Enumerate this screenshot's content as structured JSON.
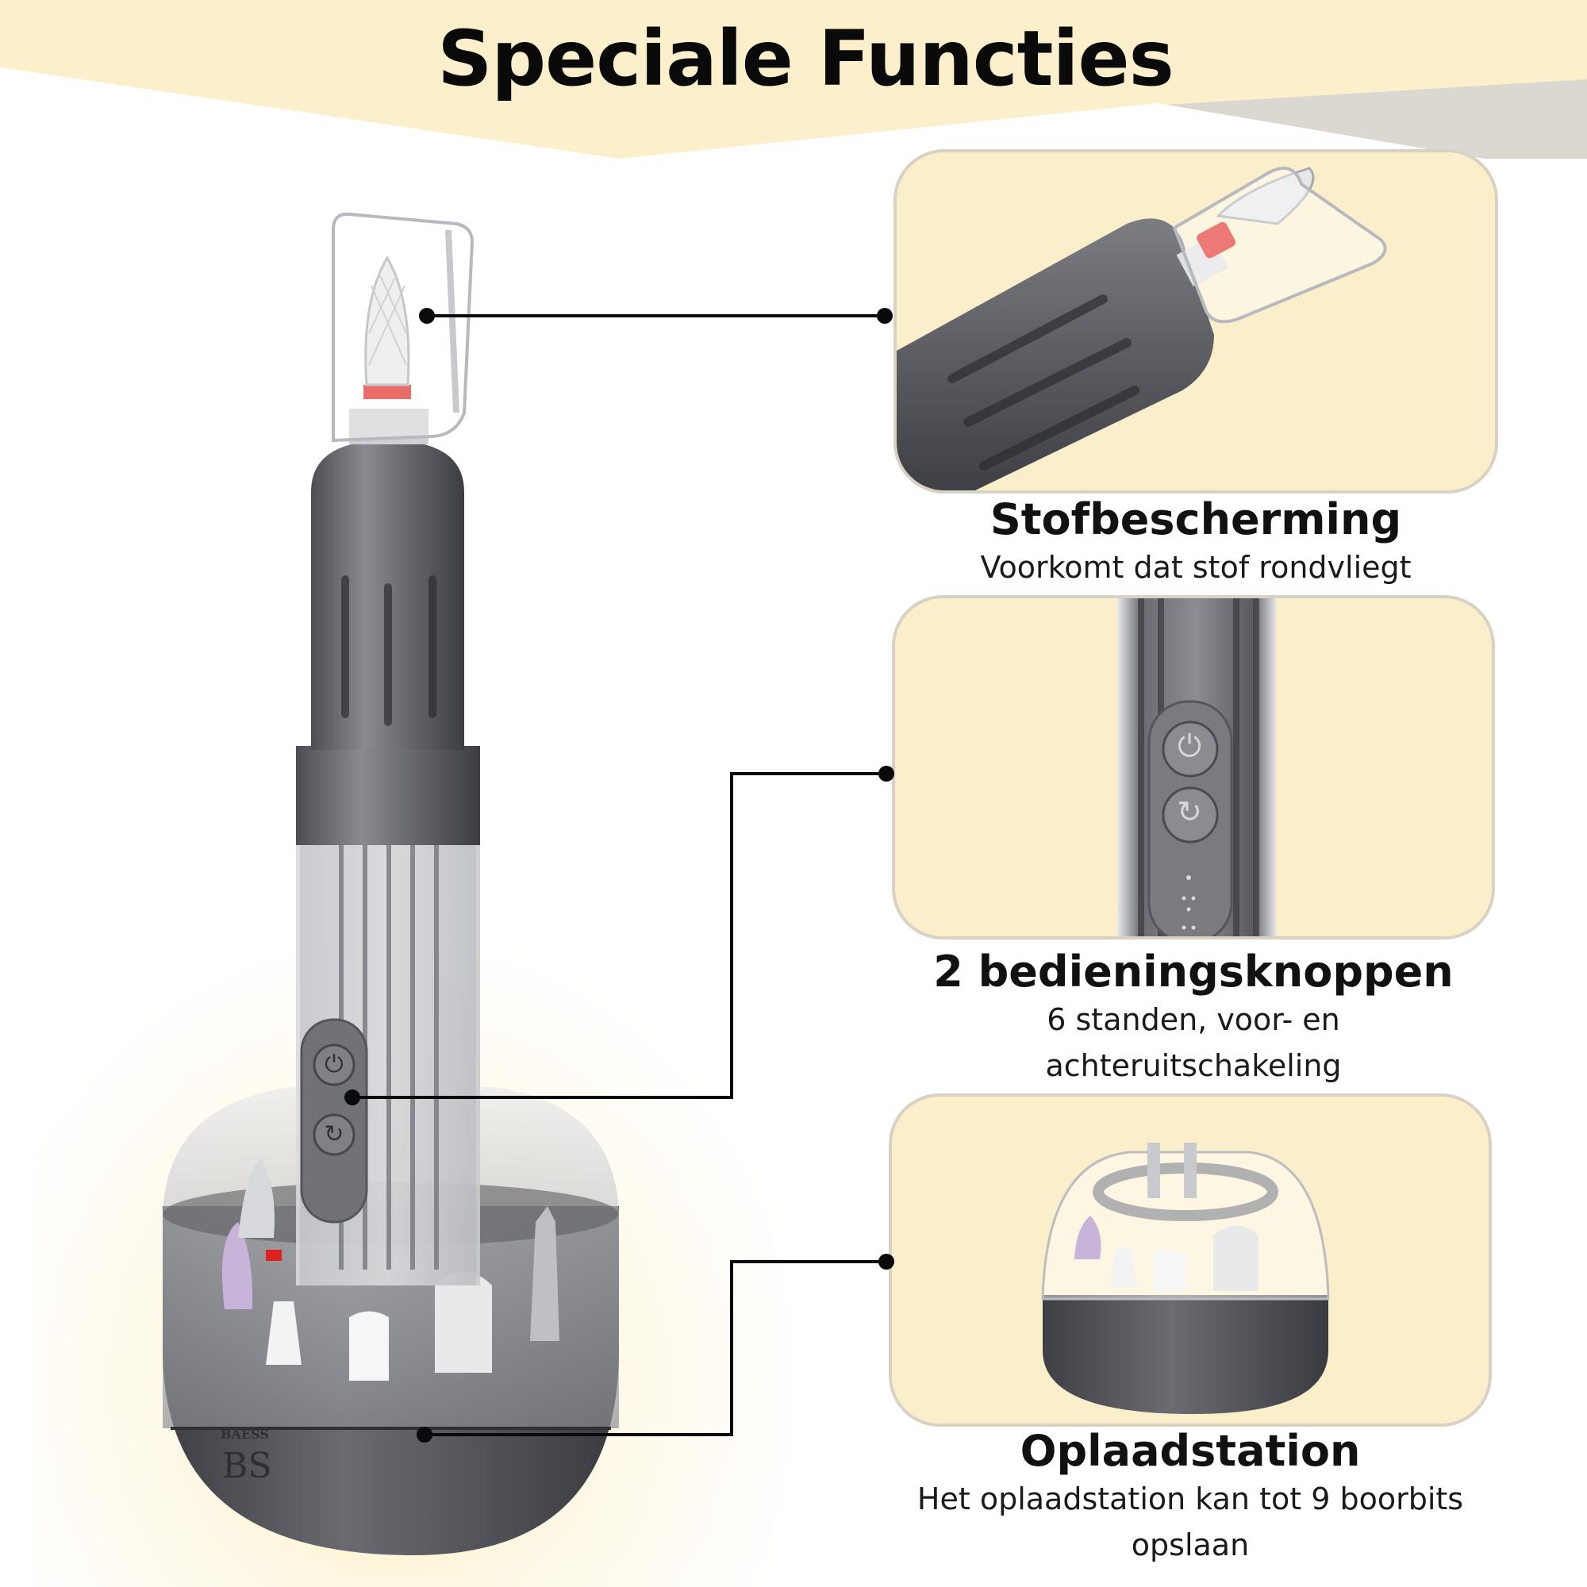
{
  "header": {
    "title": "Speciale Functies"
  },
  "features": [
    {
      "title": "Stofbescherming",
      "description": "Voorkomt dat stof rondvliegt"
    },
    {
      "title": "2 bedieningsknoppen",
      "description_lines": [
        "6 standen, voor- en",
        "achteruitschakeling"
      ]
    },
    {
      "title": "Oplaadstation",
      "description_lines": [
        "Het oplaadstation kan tot 9 boorbits",
        "opslaan"
      ]
    }
  ],
  "brand": {
    "logo_text": "BAESS",
    "logo_monogram": "BS"
  },
  "colors": {
    "banner": "#fcefcb",
    "panel": "#fbeecb",
    "panel_border": "#d8d2c4",
    "device": "#6e6f75",
    "accent_red": "#e0201c"
  },
  "icons": [
    "power-icon",
    "cycle-icon"
  ]
}
